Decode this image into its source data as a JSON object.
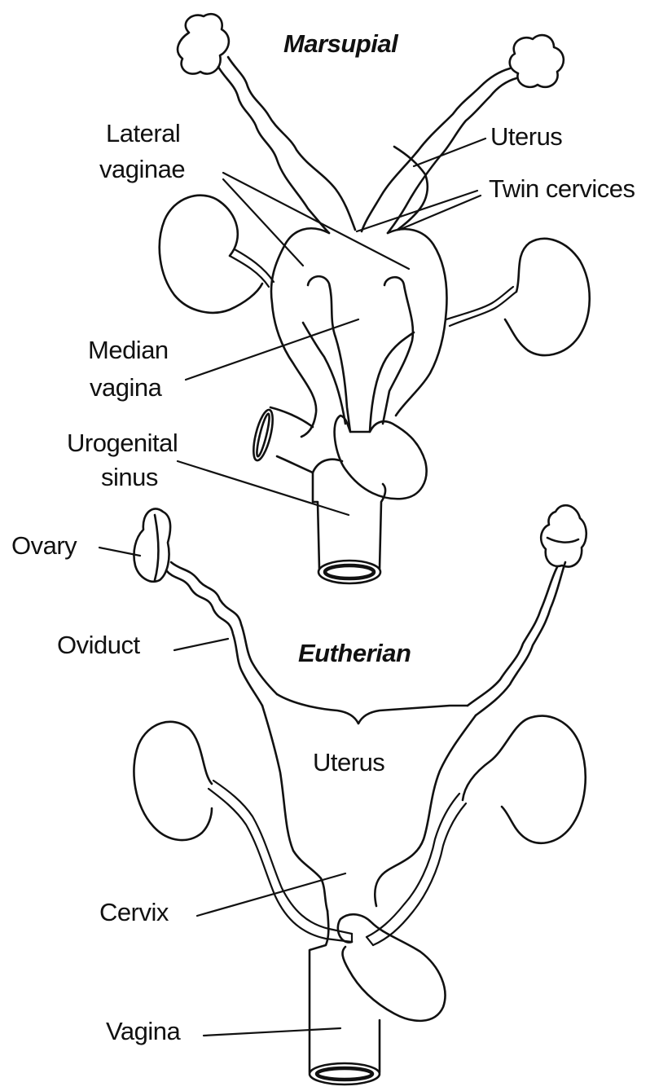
{
  "marsupial": {
    "title": "Marsupial",
    "labels": {
      "lateral_vaginae_1": "Lateral",
      "lateral_vaginae_2": "vaginae",
      "uterus": "Uterus",
      "twin_cervices": "Twin cervices",
      "median_vagina_1": "Median",
      "median_vagina_2": "vagina",
      "urogenital_sinus_1": "Urogenital",
      "urogenital_sinus_2": "sinus"
    }
  },
  "eutherian": {
    "title": "Eutherian",
    "labels": {
      "ovary": "Ovary",
      "oviduct": "Oviduct",
      "uterus": "Uterus",
      "cervix": "Cervix",
      "vagina": "Vagina"
    }
  }
}
